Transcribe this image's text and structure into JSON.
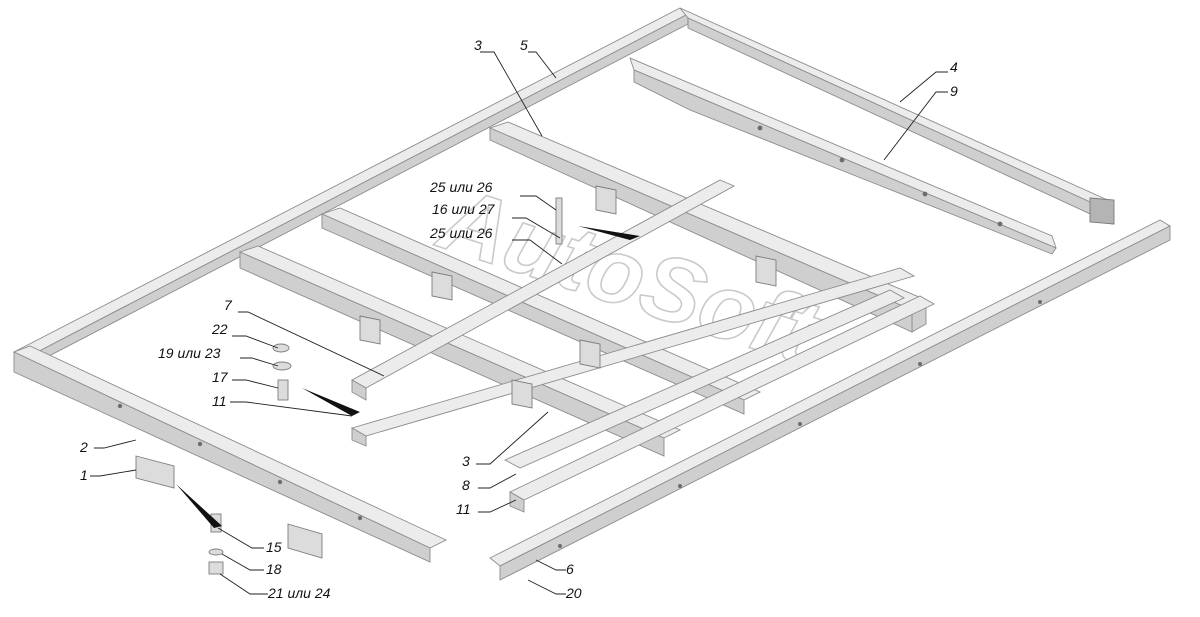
{
  "watermark": "AutoSoft",
  "callouts": [
    {
      "id": "c3a",
      "text": "3"
    },
    {
      "id": "c5",
      "text": "5"
    },
    {
      "id": "c4",
      "text": "4"
    },
    {
      "id": "c9",
      "text": "9"
    },
    {
      "id": "c25a",
      "text": "25 или 26"
    },
    {
      "id": "c16",
      "text": "16 или 27"
    },
    {
      "id": "c25b",
      "text": "25 или 26"
    },
    {
      "id": "c7",
      "text": "7"
    },
    {
      "id": "c22",
      "text": "22"
    },
    {
      "id": "c19",
      "text": "19 или 23"
    },
    {
      "id": "c17",
      "text": "17"
    },
    {
      "id": "c11a",
      "text": "11"
    },
    {
      "id": "c2",
      "text": "2"
    },
    {
      "id": "c1",
      "text": "1"
    },
    {
      "id": "c3b",
      "text": "3"
    },
    {
      "id": "c8",
      "text": "8"
    },
    {
      "id": "c11b",
      "text": "11"
    },
    {
      "id": "c15",
      "text": "15"
    },
    {
      "id": "c18",
      "text": "18"
    },
    {
      "id": "c21",
      "text": "21 или 24"
    },
    {
      "id": "c6",
      "text": "6"
    },
    {
      "id": "c20",
      "text": "20"
    }
  ]
}
